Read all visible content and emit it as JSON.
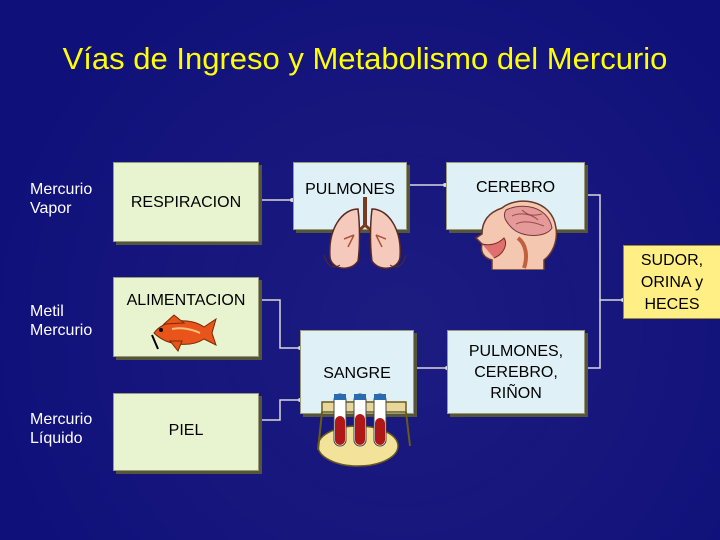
{
  "title": "Vías de Ingreso y Metabolismo del Mercurio",
  "forms": {
    "vapor": "Mercurio Vapor",
    "metil": "Metil Mercurio",
    "liquido": "Mercurio Líquido"
  },
  "routes": {
    "respiracion": "RESPIRACION",
    "alimentacion": "ALIMENTACION",
    "piel": "PIEL"
  },
  "organs": {
    "pulmones": "PULMONES",
    "sangre": "SANGRE",
    "cerebro": "CEREBRO",
    "pulmones_cerebro_rinon": "PULMONES, CEREBRO, RIÑON"
  },
  "elimination": "SUDOR, ORINA y HECES",
  "colors": {
    "background": "#10107a",
    "title": "#ffff00",
    "route_box": "#e8f3cf",
    "organ_box": "#dff1f7",
    "elimination_box": "#ffef84"
  },
  "icons": {
    "pulmones": "lungs-icon",
    "alimentacion": "fish-icon",
    "sangre": "test-tubes-icon",
    "cerebro": "head-brain-icon"
  }
}
